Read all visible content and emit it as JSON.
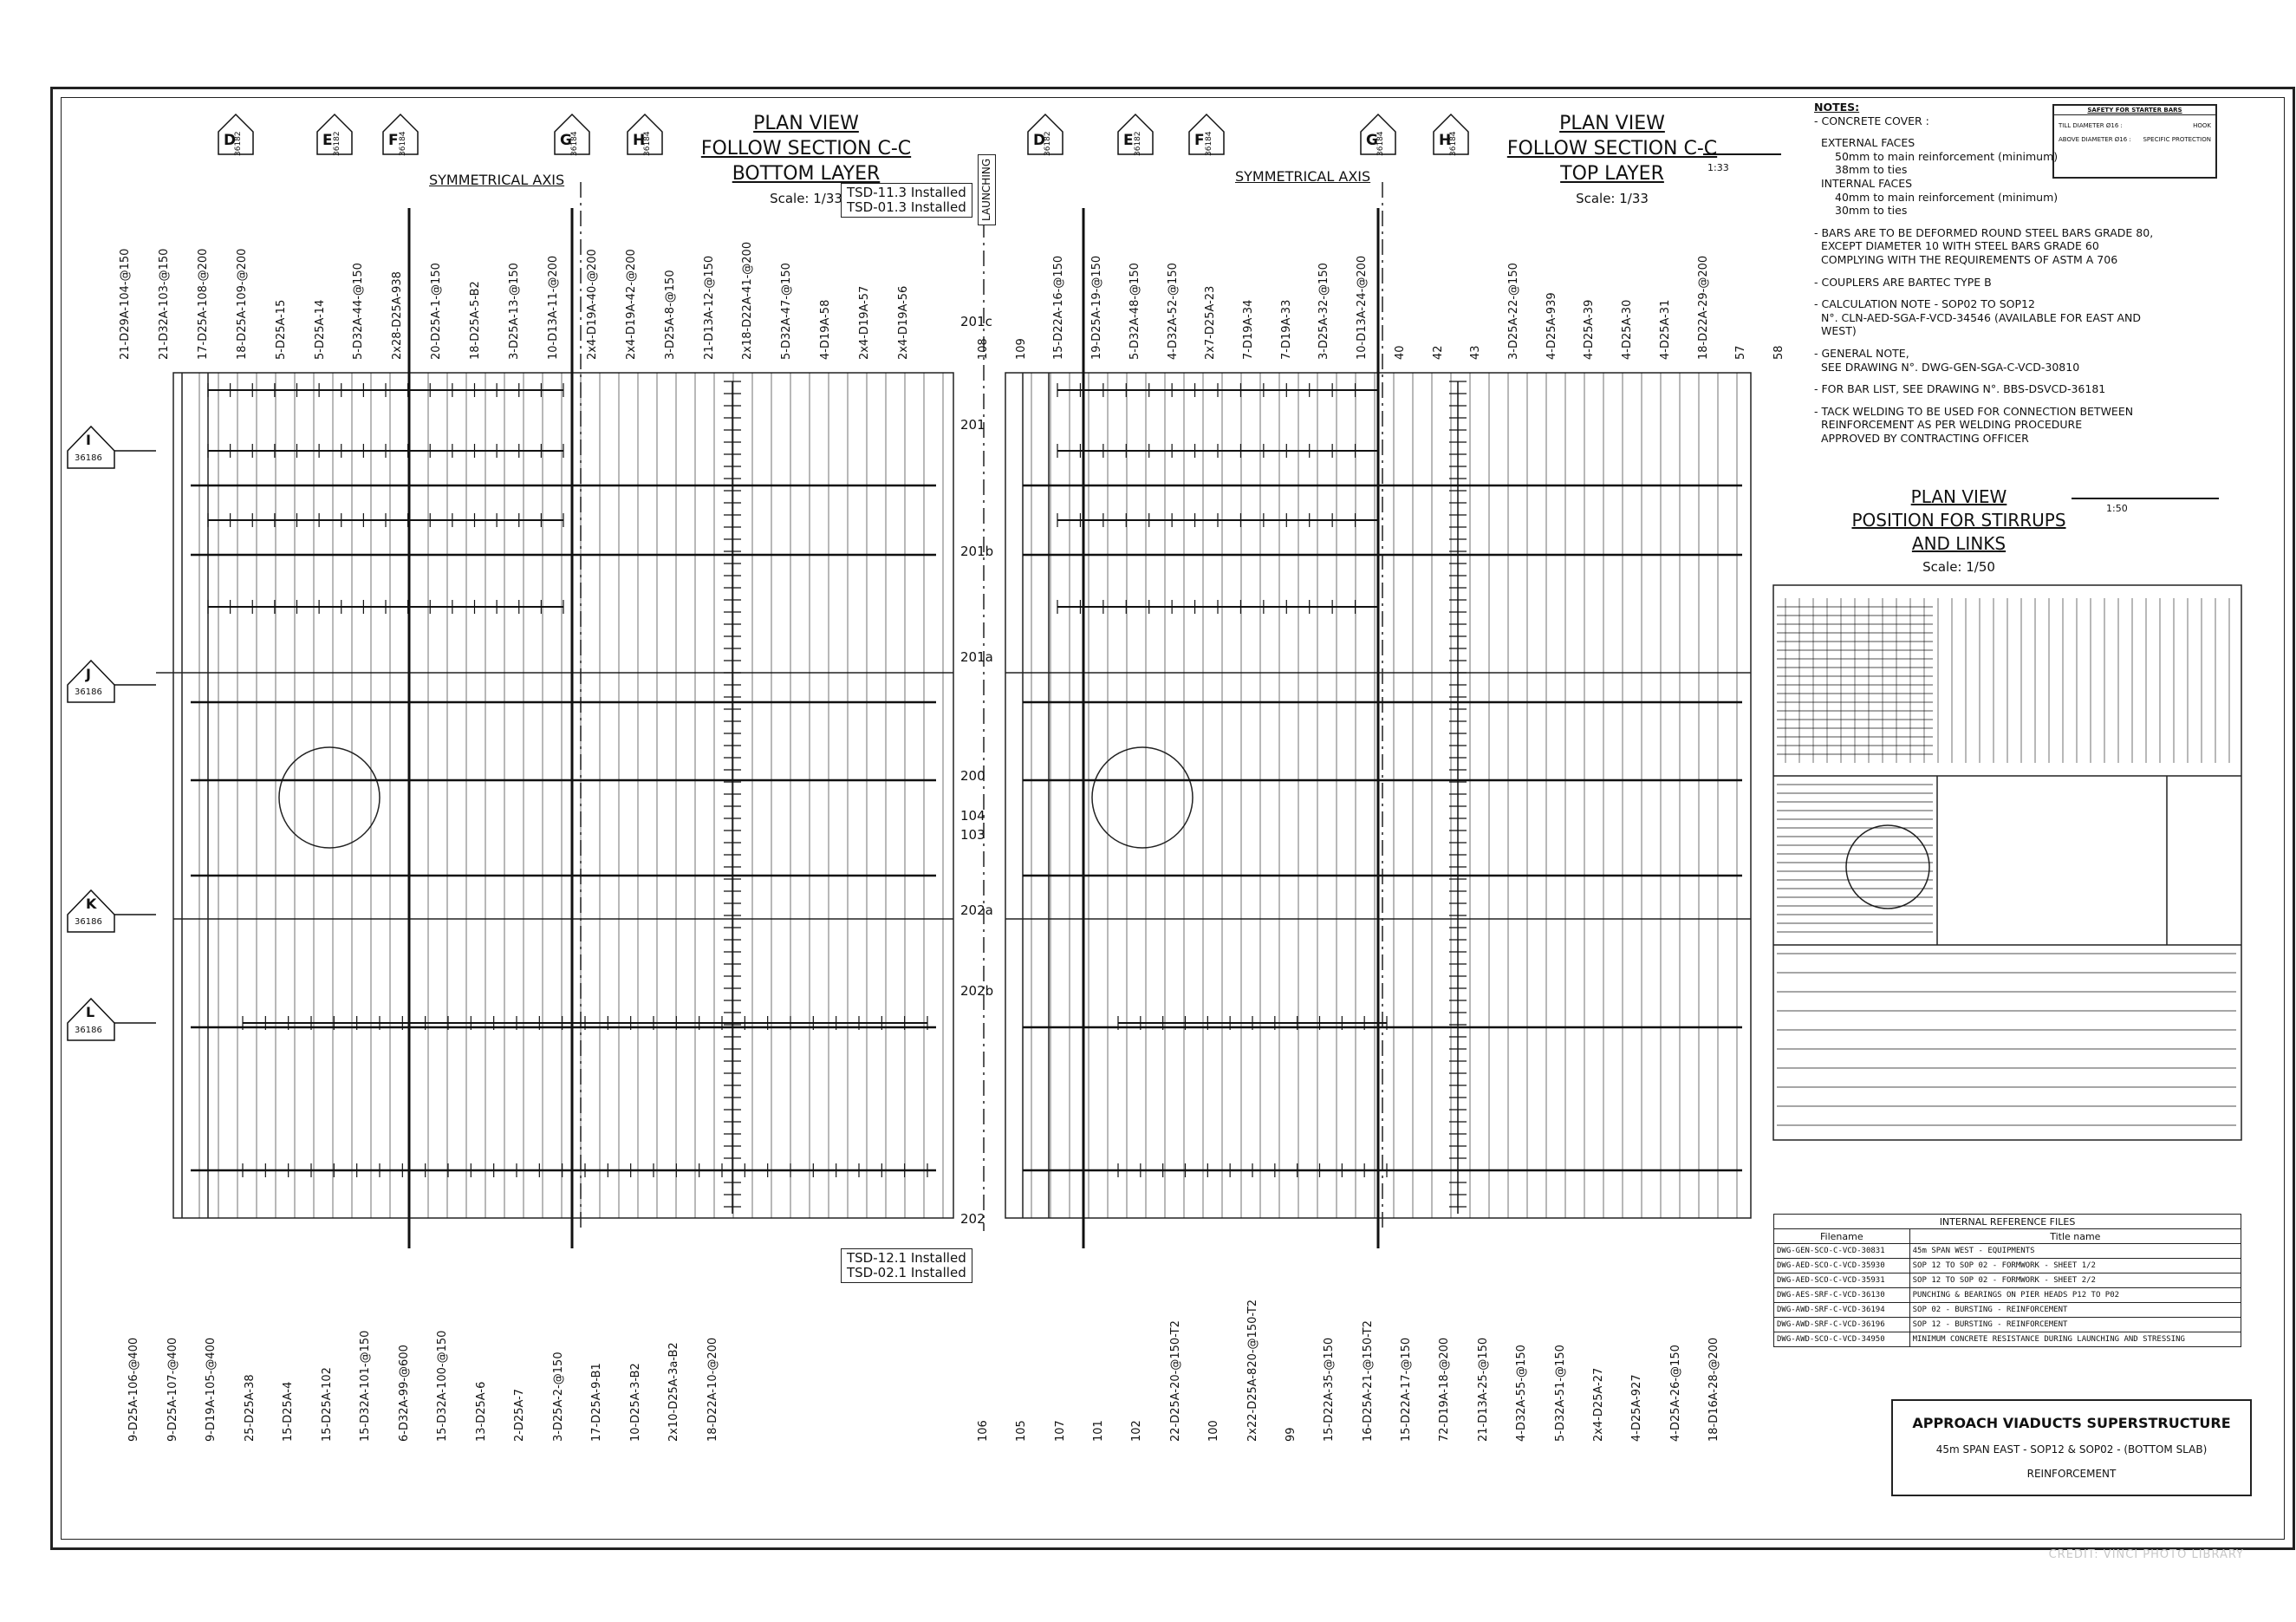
{
  "views": {
    "left": {
      "title1": "PLAN VIEW",
      "title2": "FOLLOW SECTION C-C",
      "title3": "BOTTOM LAYER",
      "scale": "Scale: 1/33",
      "tsd_top": [
        "TSD-11.3 Installed",
        "TSD-01.3 Installed"
      ],
      "tsd_bottom": [
        "TSD-12.1 Installed",
        "TSD-02.1 Installed"
      ]
    },
    "right": {
      "title1": "PLAN VIEW",
      "title2": "FOLLOW SECTION C-C",
      "title3": "TOP LAYER",
      "scale": "Scale: 1/33"
    },
    "stirrups": {
      "title1": "PLAN VIEW",
      "title2": "POSITION FOR STIRRUPS",
      "title3": "AND LINKS",
      "scale": "Scale: 1/50"
    }
  },
  "axis_label": "SYMMETRICAL AXIS",
  "launching": "LAUNCHING",
  "gridlines_top_left": [
    {
      "letter": "D",
      "ref": "36182"
    },
    {
      "letter": "E",
      "ref": "36182"
    },
    {
      "letter": "F",
      "ref": "36184"
    },
    {
      "letter": "G",
      "ref": "36184"
    },
    {
      "letter": "H",
      "ref": "36184"
    }
  ],
  "gridlines_top_right": [
    {
      "letter": "D",
      "ref": "36182"
    },
    {
      "letter": "E",
      "ref": "36182"
    },
    {
      "letter": "F",
      "ref": "36184"
    },
    {
      "letter": "G",
      "ref": "36184"
    },
    {
      "letter": "H",
      "ref": "36184"
    }
  ],
  "gridlines_side": [
    {
      "letter": "I",
      "ref": "36186"
    },
    {
      "letter": "J",
      "ref": "36186"
    },
    {
      "letter": "K",
      "ref": "36186"
    },
    {
      "letter": "L",
      "ref": "36186"
    }
  ],
  "section_marks": [
    "201c",
    "201",
    "201b",
    "201a",
    "200",
    "104",
    "103",
    "202a",
    "202b",
    "202"
  ],
  "bar_labels_top_left": [
    "21-D29A-104-@150",
    "21-D32A-103-@150",
    "17-D25A-108-@200",
    "18-D25A-109-@200",
    "5-D25A-15",
    "5-D25A-14",
    "5-D32A-44-@150",
    "2x28-D25A-938",
    "20-D25A-1-@150",
    "18-D25A-5-B2",
    "3-D25A-13-@150",
    "10-D13A-11-@200",
    "2x4-D19A-40-@200",
    "2x4-D19A-42-@200",
    "3-D25A-8-@150",
    "21-D13A-12-@150",
    "2x18-D22A-41-@200",
    "5-D32A-47-@150",
    "4-D19A-58",
    "2x4-D19A-57",
    "2x4-D19A-56"
  ],
  "bar_labels_top_right": [
    "108",
    "109",
    "15-D22A-16-@150",
    "19-D25A-19-@150",
    "5-D32A-48-@150",
    "4-D32A-52-@150",
    "2x7-D25A-23",
    "7-D19A-34",
    "7-D19A-33",
    "3-D25A-32-@150",
    "10-D13A-24-@200",
    "40",
    "42",
    "43",
    "3-D25A-22-@150",
    "4-D25A-939",
    "4-D25A-39",
    "4-D25A-30",
    "4-D25A-31",
    "18-D22A-29-@200",
    "57",
    "58"
  ],
  "bar_labels_bottom_left": [
    "9-D25A-106-@400",
    "9-D25A-107-@400",
    "9-D19A-105-@400",
    "25-D25A-38",
    "15-D25A-4",
    "15-D25A-102",
    "15-D32A-101-@150",
    "6-D32A-99-@600",
    "15-D32A-100-@150",
    "13-D25A-6",
    "2-D25A-7",
    "3-D25A-2-@150",
    "17-D25A-9-B1",
    "10-D25A-3-B2",
    "2x10-D25A-3a-B2",
    "18-D22A-10-@200"
  ],
  "bar_labels_bottom_right": [
    "106",
    "105",
    "107",
    "101",
    "102",
    "22-D25A-20-@150-T2",
    "100",
    "2x22-D25A-820-@150-T2",
    "99",
    "15-D22A-35-@150",
    "16-D25A-21-@150-T2",
    "15-D22A-17-@150",
    "72-D19A-18-@200",
    "21-D13A-25-@150",
    "4-D32A-55-@150",
    "5-D32A-51-@150",
    "2x4-D25A-27",
    "4-D25A-927",
    "4-D25A-26-@150",
    "18-D16A-28-@200"
  ],
  "notes": {
    "heading": "NOTES:",
    "lines": [
      "- CONCRETE COVER :",
      "",
      "EXTERNAL FACES",
      "50mm to main reinforcement (minimum)",
      "38mm to ties",
      "INTERNAL FACES",
      "40mm to main reinforcement (minimum)",
      "30mm to ties",
      "",
      "- BARS ARE TO BE DEFORMED ROUND STEEL BARS GRADE 80,",
      "EXCEPT DIAMETER 10 WITH STEEL BARS GRADE 60",
      "COMPLYING WITH THE REQUIREMENTS OF ASTM A 706",
      "",
      "- COUPLERS ARE BARTEC TYPE B",
      "",
      "- CALCULATION NOTE - SOP02 TO SOP12",
      "N°. CLN-AED-SGA-F-VCD-34546 (AVAILABLE FOR EAST AND WEST)",
      "",
      "- GENERAL NOTE,",
      "SEE DRAWING N°. DWG-GEN-SGA-C-VCD-30810",
      "",
      "- FOR BAR LIST, SEE DRAWING N°. BBS-DSVCD-36181",
      "",
      "- TACK WELDING TO BE USED FOR CONNECTION BETWEEN",
      "REINFORCEMENT AS PER WELDING PROCEDURE",
      "APPROVED BY CONTRACTING OFFICER"
    ]
  },
  "safety": {
    "title": "SAFETY FOR STARTER BARS",
    "row1_left": "TILL DIAMETER  Ø16 :",
    "row1_right": "HOOK",
    "row2_left": "ABOVE DIAMETER  Ø16 :",
    "row2_right": "SPECIFIC PROTECTION"
  },
  "scalebar_1_33": "1:33",
  "scalebar_1_50": "1:50",
  "ref_files": {
    "caption": "INTERNAL REFERENCE FILES",
    "headers": [
      "Filename",
      "Title name"
    ],
    "rows": [
      [
        "DWG-GEN-SCO-C-VCD-30831",
        "45m SPAN WEST - EQUIPMENTS"
      ],
      [
        "DWG-AED-SCO-C-VCD-35930",
        "SOP 12 TO SOP 02 - FORMWORK - SHEET 1/2"
      ],
      [
        "DWG-AED-SCO-C-VCD-35931",
        "SOP 12 TO SOP 02 - FORMWORK - SHEET 2/2"
      ],
      [
        "DWG-AES-SRF-C-VCD-36130",
        "PUNCHING & BEARINGS ON PIER HEADS P12 TO P02"
      ],
      [
        "DWG-AWD-SRF-C-VCD-36194",
        "SOP 02 - BURSTING - REINFORCEMENT"
      ],
      [
        "DWG-AWD-SRF-C-VCD-36196",
        "SOP 12 - BURSTING - REINFORCEMENT"
      ],
      [
        "DWG-AWD-SCO-C-VCD-34950",
        "MINIMUM CONCRETE RESISTANCE DURING LAUNCHING AND STRESSING"
      ]
    ]
  },
  "title_block": {
    "title": "APPROACH VIADUCTS SUPERSTRUCTURE",
    "subtitle": "45m SPAN EAST - SOP12 & SOP02 - (BOTTOM SLAB)",
    "subject": "REINFORCEMENT"
  },
  "credit": "CREDIT: VINCI PHOTO LIBRARY"
}
